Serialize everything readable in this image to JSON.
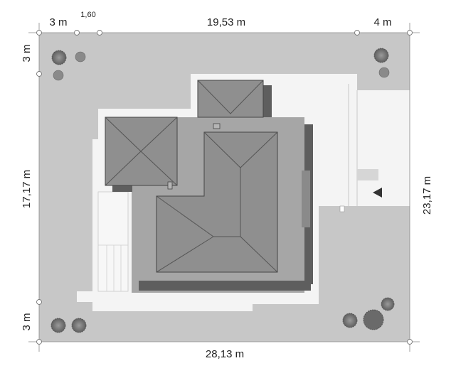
{
  "dimensions": {
    "top_left": "3 m",
    "top_small": "1,60",
    "top_main": "19,53 m",
    "top_right": "4 m",
    "left_top": "3 m",
    "left_main": "17,17 m",
    "left_bottom": "3 m",
    "right_total": "23,17 m",
    "bottom_total": "28,13 m"
  },
  "colors": {
    "plot": "#c7c7c7",
    "paving": "#f4f4f4",
    "roof": "#8f8f8f",
    "roof_shadow": "#5e5e5e",
    "tree_dark": "#7a7a7a",
    "tree_light": "#a8a8a8",
    "marker": "#333333"
  },
  "icons": {
    "entrance": "entrance-arrow-icon",
    "tree": "tree-icon",
    "survey_point": "survey-point-icon"
  }
}
